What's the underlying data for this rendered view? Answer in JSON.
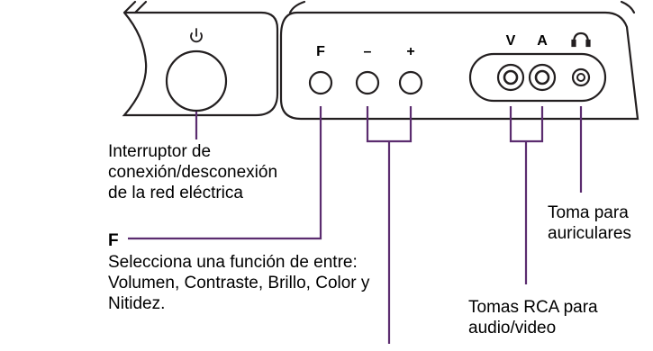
{
  "panel": {
    "power_symbol": "power-icon",
    "buttons": [
      "F",
      "–",
      "+"
    ],
    "jack_labels": [
      "V",
      "A"
    ],
    "headphone_symbol": "headphone-icon"
  },
  "callouts": {
    "power": [
      "Interruptor de",
      "conexión/desconexión",
      "de la red eléctrica"
    ],
    "function_title": "F",
    "function_desc": "Selecciona una función de entre: Volumen, Contraste, Brillo, Color y Nitidez.",
    "headphones": [
      "Toma para",
      "auriculares"
    ],
    "rca": [
      "Tomas RCA para",
      "audio/video"
    ]
  },
  "colors": {
    "line": "#231f20",
    "leader": "#5b2c6f",
    "text": "#000000"
  }
}
